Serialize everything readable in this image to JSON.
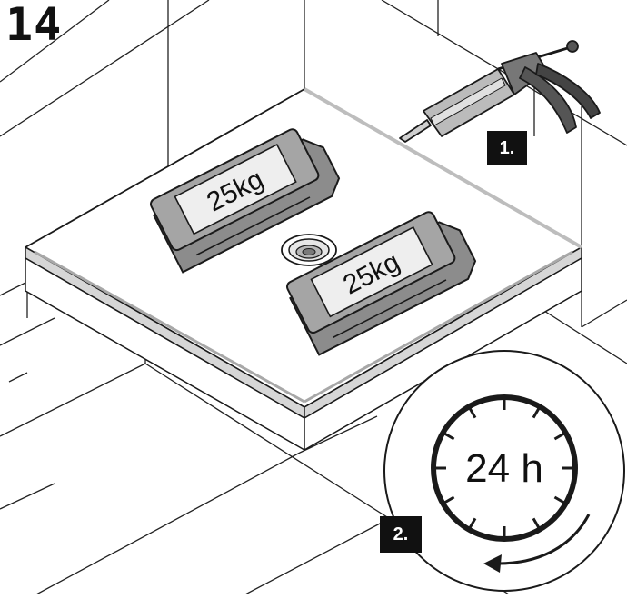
{
  "step": {
    "number": "14"
  },
  "steps": [
    {
      "label": "1."
    },
    {
      "label": "2."
    }
  ],
  "weights": [
    {
      "label": "25kg"
    },
    {
      "label": "25kg"
    }
  ],
  "timer": {
    "label": "24 h"
  },
  "icons": {
    "caulking_gun": "caulking-gun-icon",
    "clock": "clock-icon",
    "rotate_arrow": "counterclockwise-arrow-icon"
  },
  "colors": {
    "line": "#1a1a1a",
    "weight_fill": "#9a9a9a",
    "label_fill": "#eeeeee",
    "badge": "#111111",
    "seal": "#bdbdbd"
  }
}
